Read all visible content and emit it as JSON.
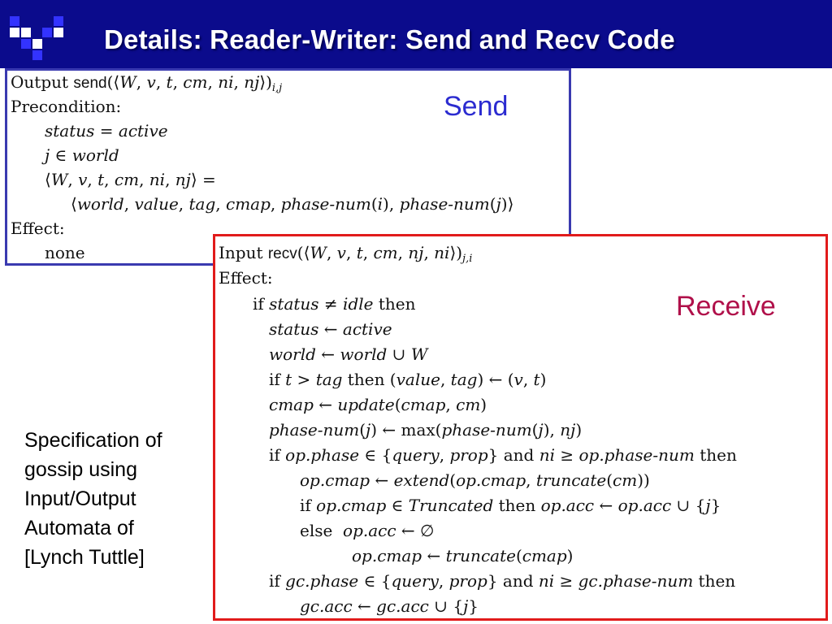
{
  "slide": {
    "title": "Details: Reader-Writer: Send and Recv Code",
    "colors": {
      "title_bar": "#0b0b8c",
      "send_border": "#3a3ab0",
      "recv_border": "#e11b1b",
      "send_label": "#2b2bd0",
      "recv_label": "#b0104a"
    }
  },
  "send": {
    "label": "Send",
    "lines": [
      "Output send(⟨W, v, t, cm, ni, nj⟩)",
      "Precondition:",
      "status = active",
      "j ∈ world",
      "⟨W, v, t, cm, ni, nj⟩ =",
      "⟨world, value, tag, cmap, phase-num(i), phase-num(j)⟩",
      "Effect:",
      "none"
    ],
    "subscript": "i,j"
  },
  "receive": {
    "label": "Receive",
    "lines": [
      "Input recv(⟨W, v, t, cm, nj, ni⟩)",
      "Effect:",
      "if status ≠ idle then",
      "status ← active",
      "world ← world ∪ W",
      "if t > tag then (value, tag) ← (v, t)",
      "cmap ← update(cmap, cm)",
      "phase-num(j) ← max(phase-num(j), nj)",
      "if op.phase ∈ {query, prop} and ni ≥ op.phase-num then",
      "op.cmap ← extend(op.cmap, truncate(cm))",
      "if op.cmap ∈ Truncated then op.acc ← op.acc ∪ {j}",
      "else  op.acc ← ∅",
      "op.cmap ← truncate(cmap)",
      "if gc.phase ∈ {query, prop} and ni ≥ gc.phase-num then",
      "gc.acc ← gc.acc ∪ {j}"
    ],
    "subscript": "j,i"
  },
  "caption": {
    "lines": [
      "Specification of",
      "gossip using",
      "Input/Output",
      "Automata of",
      "[Lynch Tuttle]"
    ]
  }
}
